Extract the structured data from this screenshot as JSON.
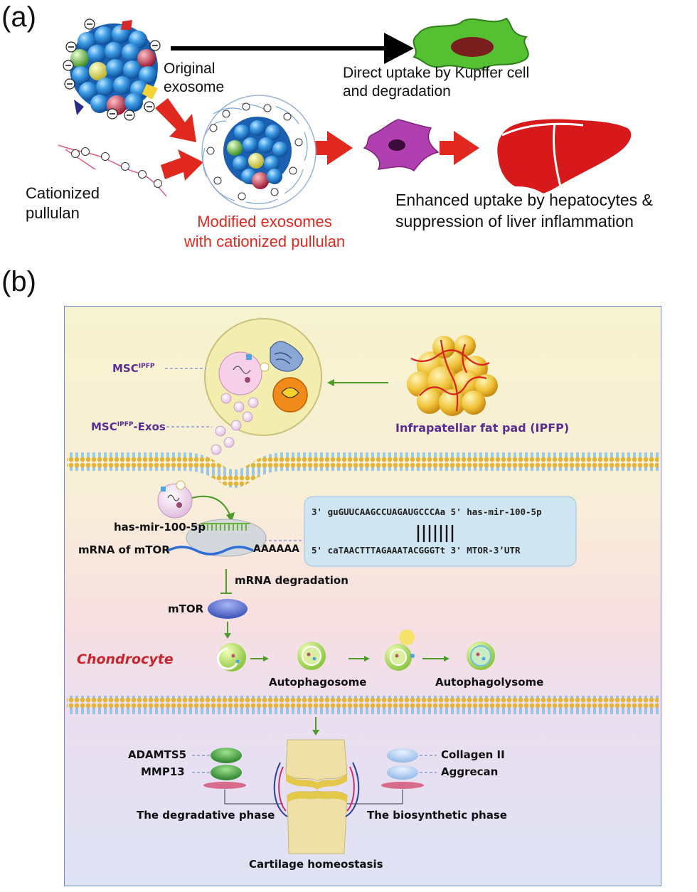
{
  "panel_a": {
    "label": "(a)",
    "original_exosome": [
      "Original",
      "exosome"
    ],
    "kupffer_text": [
      "Direct uptake by Kupffer cell",
      "and degradation"
    ],
    "cationized_pullulan": [
      "Cationized",
      "pullulan"
    ],
    "modified_exosomes": [
      "Modified exosomes",
      "with cationized pullulan"
    ],
    "enhanced_uptake": [
      "Enhanced uptake by hepatocytes &",
      "suppression of liver inflammation"
    ],
    "colors": {
      "arrow_red": "#e0281e",
      "cell_purple": "#b03fb0",
      "liver_red": "#d8191b",
      "kupffer_green": "#56c033"
    }
  },
  "panel_b": {
    "label": "(b)",
    "msc": "MSC",
    "msc_sup": "IPFP",
    "msc_exos_pre": "MSC",
    "msc_exos_sup": "IPFP",
    "msc_exos_post": "-Exos",
    "ipfp": "Infrapatellar fat pad (IPFP)",
    "mirna": "has-mir-100-5p",
    "mrna": "mRNA of mTOR",
    "polya": "AAAAAA",
    "seq_top": "3' guGUUCAAGCCUAGAUGCCCAa 5' has-mir-100-5p",
    "seq_bottom": "5' caTAACTTTAGAAATACGGGTt 3' MTOR-3’UTR",
    "mrna_degradation": "mRNA degradation",
    "mtor": "mTOR",
    "chondrocyte": "Chondrocyte",
    "autophagosome": "Autophagosome",
    "autophagolysome": "Autophagolysome",
    "adamts5": "ADAMTS5",
    "mmp13": "MMP13",
    "collagen": "Collagen II",
    "aggrecan": "Aggrecan",
    "degradative": "The degradative phase",
    "biosynthetic": "The biosynthetic phase",
    "cartilage": "Cartilage homeostasis",
    "colors": {
      "frame_blue": "#6f86c5",
      "bg_top": "#f6f3cf",
      "bg_mid": "#f7dfe2",
      "bg_bottom": "#dfe3f5",
      "chondrocyte_red": "#c9252c",
      "text_purple": "#5a2d91"
    }
  }
}
